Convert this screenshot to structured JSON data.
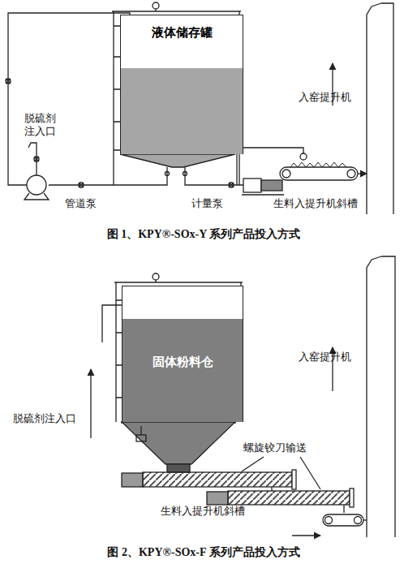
{
  "diagram": {
    "nodes": [
      {
        "text": [
          "液体储存罐"
        ]
      },
      {
        "text": [
          "固体粉料仓"
        ]
      }
    ],
    "labels": [
      "入窑提升机",
      "脱硫剂注入口",
      "管道泵",
      "计量泵",
      "生料入提升机斜槽",
      "图 1、KPY®-SOx-Y 系列产品投入方式",
      "入窑提升机",
      "脱硫剂注入口",
      "螺旋铰刀输送",
      "生料入提升机斜槽",
      "图 2、KPY®-SOx-F 系列产品投入方式"
    ]
  }
}
